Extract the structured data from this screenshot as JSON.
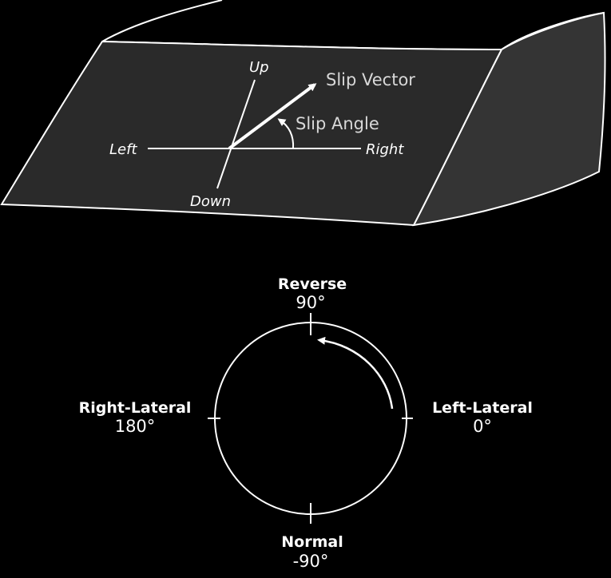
{
  "colors": {
    "background": "#000000",
    "fault_face": "#2a2a2a",
    "fault_side": "#343434",
    "line": "#ffffff"
  },
  "block": {
    "up": "Up",
    "down": "Down",
    "left": "Left",
    "right": "Right",
    "slip_vector": "Slip Vector",
    "slip_angle": "Slip Angle"
  },
  "compass": {
    "top": {
      "name": "Reverse",
      "angle": "90°"
    },
    "right": {
      "name": "Left-Lateral",
      "angle": "0°"
    },
    "left": {
      "name": "Right-Lateral",
      "angle": "180°"
    },
    "bottom": {
      "name": "Normal",
      "angle": "-90°"
    }
  }
}
